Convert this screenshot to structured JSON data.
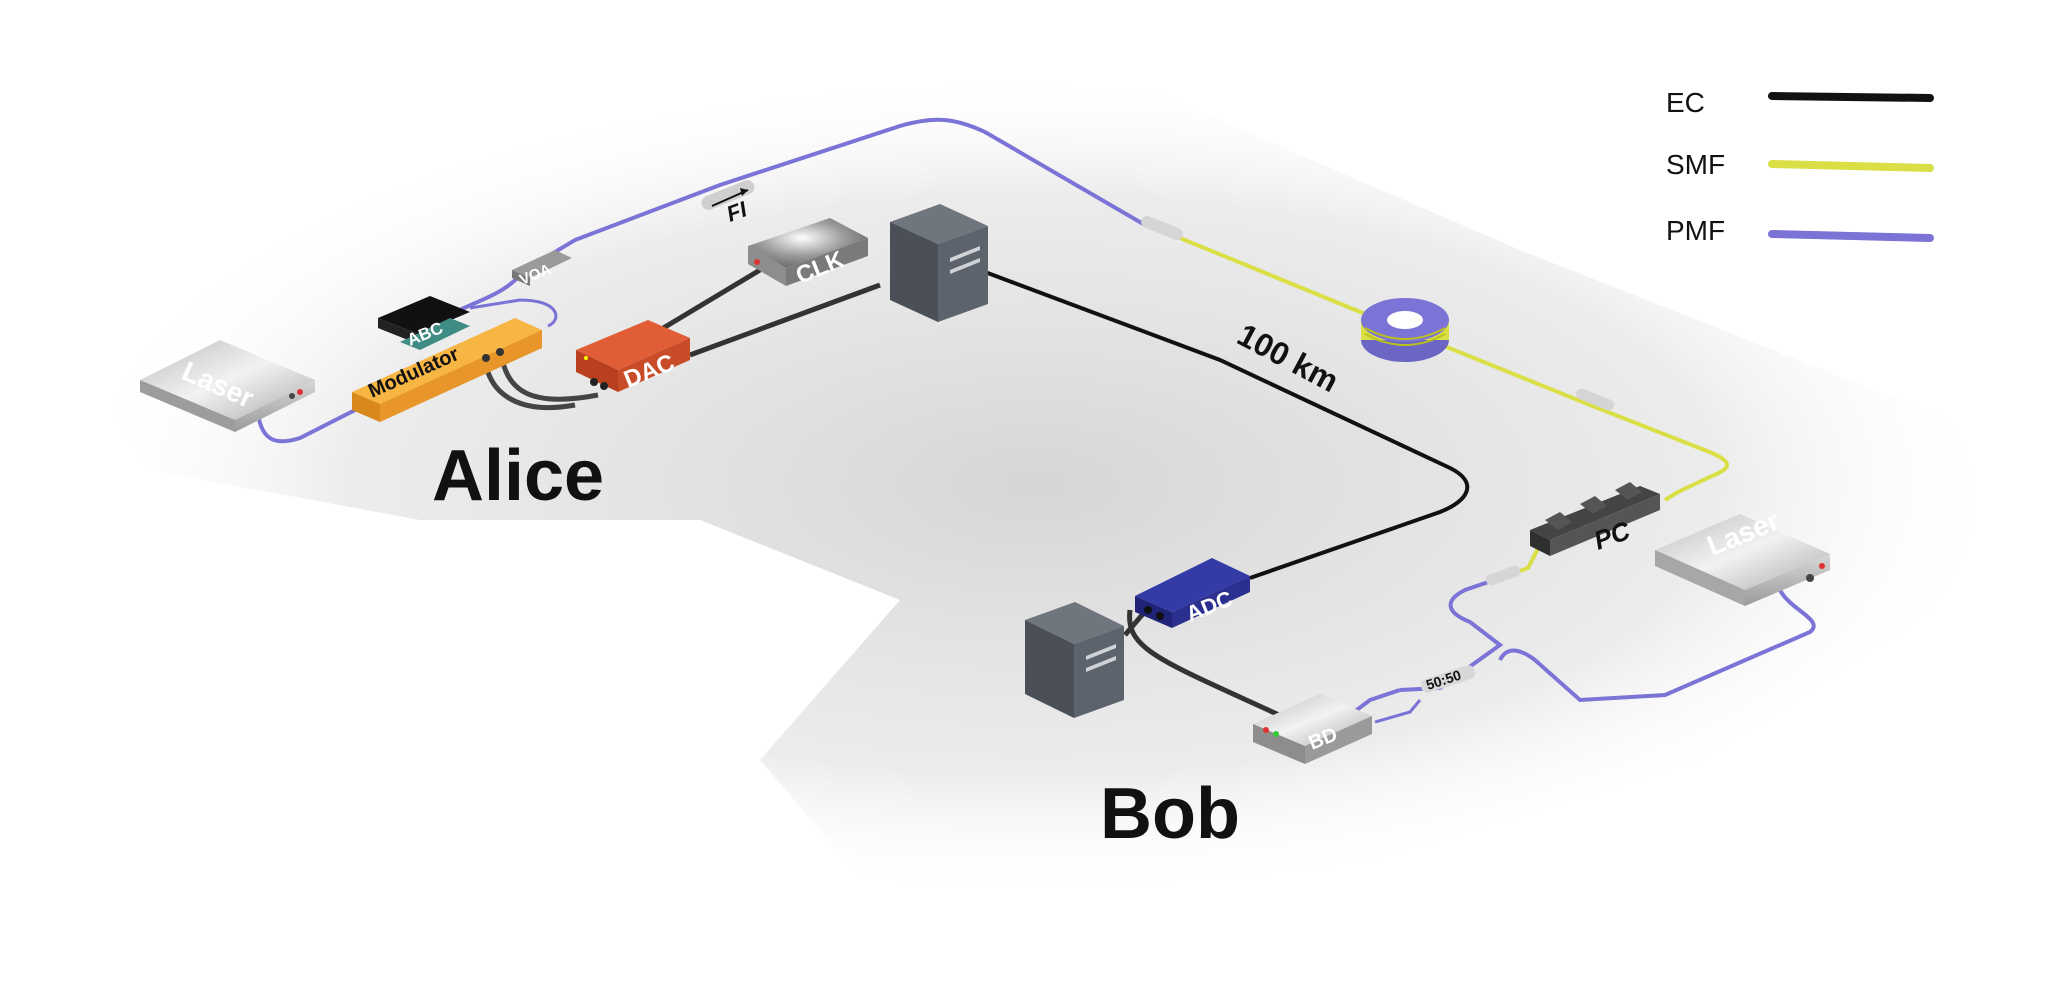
{
  "legend": {
    "items": [
      {
        "label": "EC",
        "color": "#111111"
      },
      {
        "label": "SMF",
        "color": "#d9df45"
      },
      {
        "label": "PMF",
        "color": "#7b73d6"
      }
    ]
  },
  "sites": {
    "alice": "Alice",
    "bob": "Bob"
  },
  "distance_label": "100 km",
  "components": {
    "alice_laser": "Laser",
    "modulator": "Modulator",
    "abc": "ABC",
    "voa": "VOA",
    "fi": "FI",
    "clk": "CLK",
    "dac": "DAC",
    "bob_laser": "Laser",
    "pc": "PC",
    "adc": "ADC",
    "bd": "BD",
    "coupler": "50:50"
  },
  "colors": {
    "ec": "#111111",
    "smf": "#d9df45",
    "pmf": "#7b73d6",
    "modulator": "#f2a531",
    "dac": "#d6522f",
    "adc": "#2b2f8f",
    "abc": "#3f8c84",
    "server": "#59606a"
  }
}
